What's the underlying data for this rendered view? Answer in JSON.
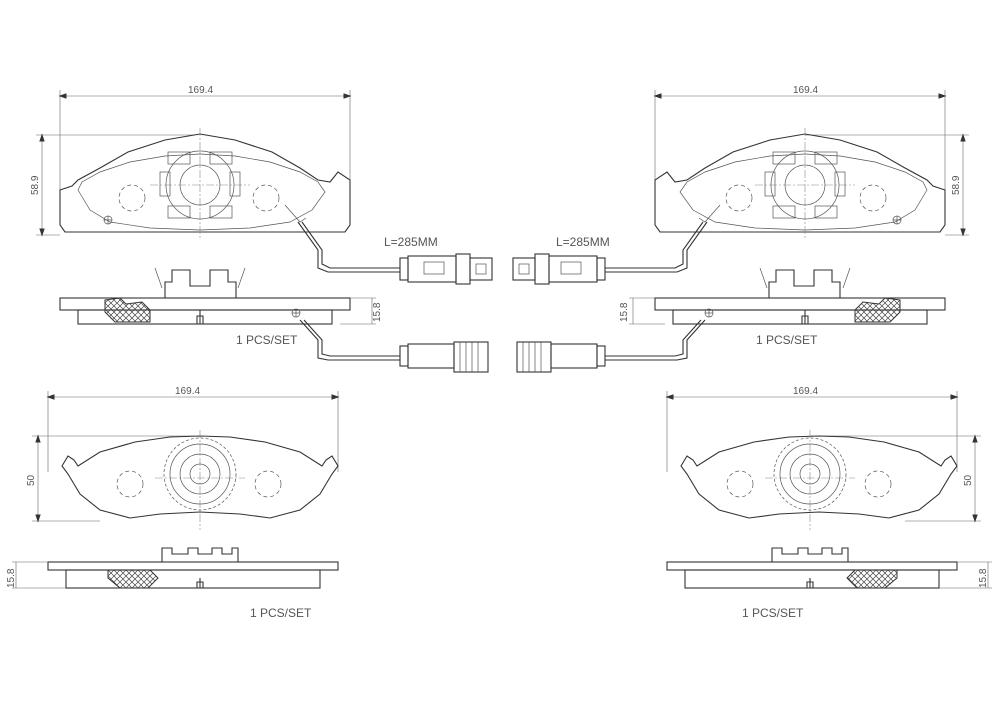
{
  "top_left": {
    "width_label": "169.4",
    "height_label": "58.9",
    "thickness_label": "15.8",
    "wire_label": "L=285MM",
    "qty_label": "1   PCS/SET"
  },
  "top_right": {
    "width_label": "169.4",
    "height_label": "58.9",
    "thickness_label": "15.8",
    "wire_label": "L=285MM",
    "qty_label": "1   PCS/SET"
  },
  "bottom_left": {
    "width_label": "169.4",
    "height_label": "50",
    "thickness_label": "15.8",
    "qty_label": "1   PCS/SET"
  },
  "bottom_right": {
    "width_label": "169.4",
    "height_label": "50",
    "thickness_label": "15.8",
    "qty_label": "1   PCS/SET"
  }
}
